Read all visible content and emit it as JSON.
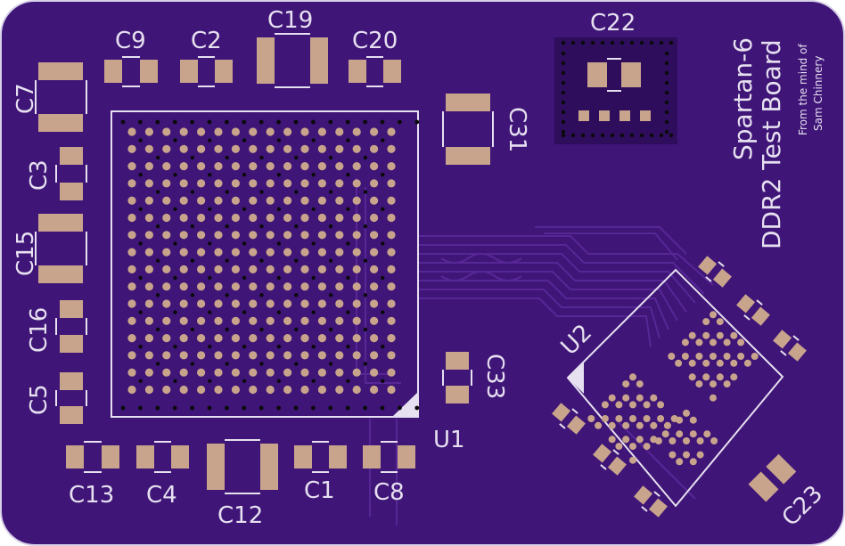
{
  "colors": {
    "board": "#3f1577",
    "board_dark": "#2e0d5c",
    "trace": "#5a2a9a",
    "pad": "#c9a48c",
    "silk": "#e6e0f0",
    "via": "#0a0a0a"
  },
  "title": {
    "line1": "Spartan-6",
    "line2": "DDR2 Test Board",
    "credit1": "From the mind of",
    "credit2": "Sam Chinnery"
  },
  "components": {
    "U1": "U1",
    "U2": "U2",
    "C1": "C1",
    "C2": "C2",
    "C3": "C3",
    "C4": "C4",
    "C5": "C5",
    "C7": "C7",
    "C8": "C8",
    "C9": "C9",
    "C12": "C12",
    "C13": "C13",
    "C15": "C15",
    "C16": "C16",
    "C19": "C19",
    "C20": "C20",
    "C22": "C22",
    "C23": "C23",
    "C31": "C31",
    "C33": "C33"
  }
}
